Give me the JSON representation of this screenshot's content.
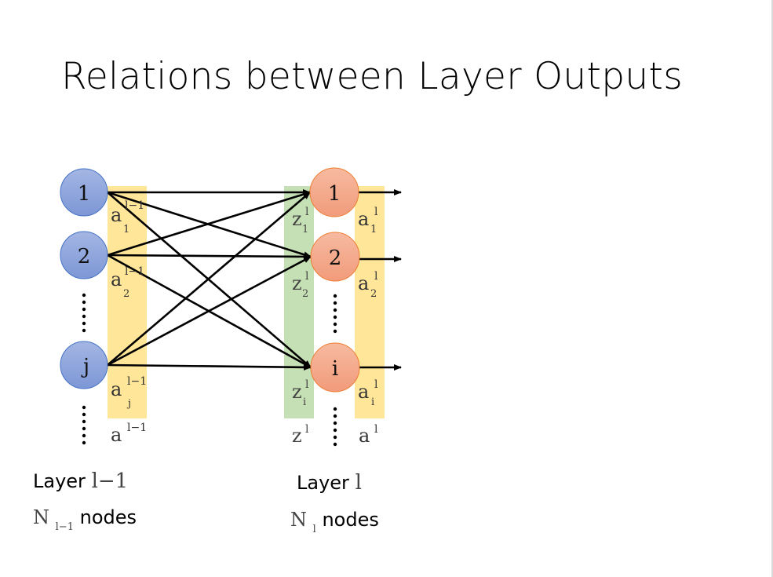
{
  "title": "Relations between Layer Outputs",
  "colors": {
    "left_node_fill": "#8fa6dc",
    "left_node_stroke": "#4472c4",
    "right_node_fill": "#f4a98b",
    "right_node_stroke": "#ed7d31",
    "yellow_band": "#ffe699",
    "green_band": "#c5e0b4",
    "arrow": "#000000",
    "divider": "#d9d9d9"
  },
  "left_layer": {
    "nodes": [
      {
        "label": "1",
        "activation": {
          "base": "a",
          "sub": "1",
          "sup": "l−1"
        }
      },
      {
        "label": "2",
        "activation": {
          "base": "a",
          "sub": "2",
          "sup": "l−1"
        }
      },
      {
        "label": "j",
        "activation": {
          "base": "a",
          "sub": "j",
          "sup": "l−1"
        }
      }
    ],
    "vector": {
      "base": "a",
      "sup": "l−1"
    },
    "layer_label": {
      "text": "Layer",
      "index": "l−1"
    },
    "count_label": {
      "symbol": "N",
      "sub": "l−1",
      "text": "nodes"
    }
  },
  "right_layer": {
    "nodes": [
      {
        "label": "1",
        "input": {
          "base": "z",
          "sub": "1",
          "sup": "l"
        },
        "activation": {
          "base": "a",
          "sub": "1",
          "sup": "l"
        }
      },
      {
        "label": "2",
        "input": {
          "base": "z",
          "sub": "2",
          "sup": "l"
        },
        "activation": {
          "base": "a",
          "sub": "2",
          "sup": "l"
        }
      },
      {
        "label": "i",
        "input": {
          "base": "z",
          "sub": "i",
          "sup": "l"
        },
        "activation": {
          "base": "a",
          "sub": "i",
          "sup": "l"
        }
      }
    ],
    "input_vector": {
      "base": "z",
      "sup": "l"
    },
    "vector": {
      "base": "a",
      "sup": "l"
    },
    "layer_label": {
      "text": "Layer",
      "index": "l"
    },
    "count_label": {
      "symbol": "N",
      "sub": "l",
      "text": "nodes"
    }
  }
}
